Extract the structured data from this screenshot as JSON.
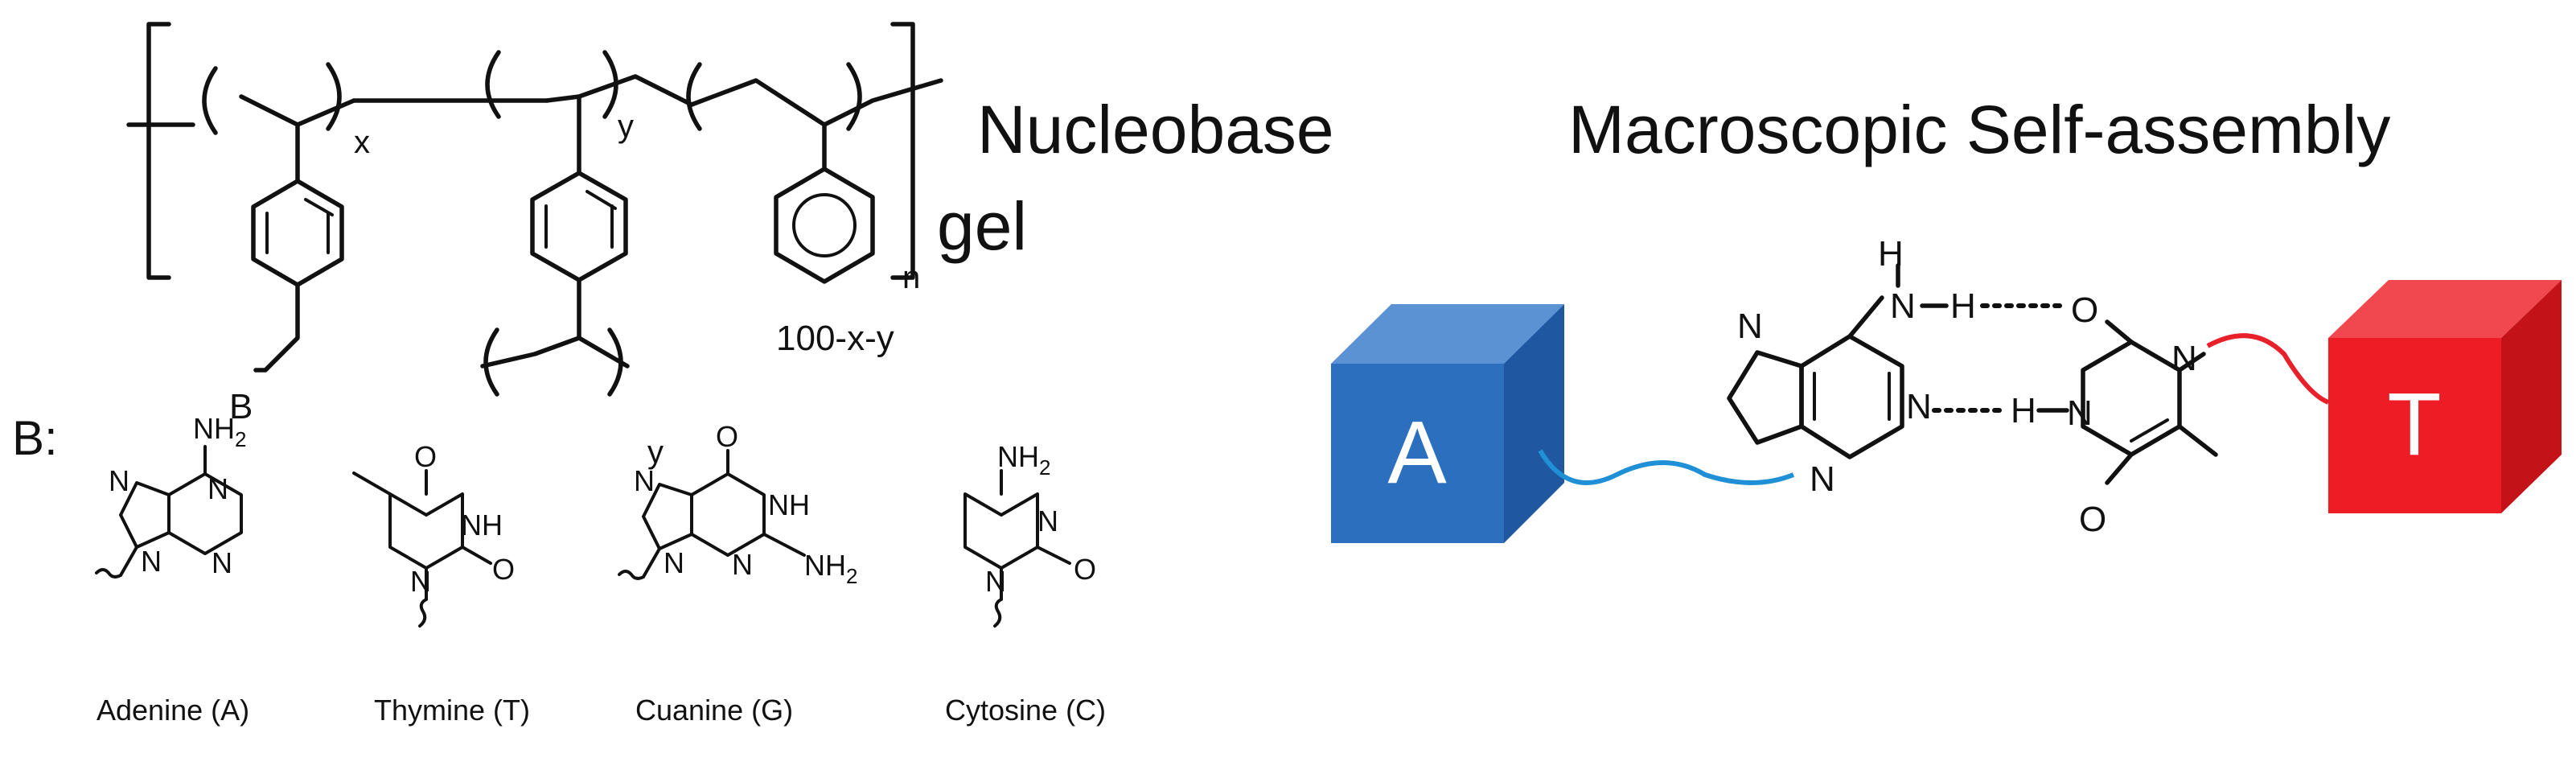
{
  "polymer": {
    "title_line1": "Nucleobase",
    "title_line2": "gel",
    "subscript_x": "x",
    "subscript_y_top": "y",
    "subscript_y_bottom": "y",
    "subscript_n": "n",
    "fraction_label": "100-x-y",
    "pendant_group": "B"
  },
  "section_b": {
    "label": "B:"
  },
  "nucleobases": [
    {
      "name": "Adenine (A)",
      "amine": "NH2"
    },
    {
      "name": "Thymine (T)"
    },
    {
      "name": "Cuanine (G)",
      "amine": "NH2"
    },
    {
      "name": "Cytosine (C)",
      "amine": "NH2"
    }
  ],
  "atom_labels": {
    "N": "N",
    "O": "O",
    "H": "H",
    "NH": "NH",
    "NH2_main": "NH",
    "NH2_sub": "2"
  },
  "self_assembly": {
    "title": "Macroscopic Self-assembly",
    "cube_a": {
      "label": "A",
      "color": "#2c6fbf",
      "top_color": "#5b92d3",
      "side_color": "#1f58a0"
    },
    "cube_t": {
      "label": "T",
      "color": "#ee1c25",
      "top_color": "#f0484e",
      "side_color": "#c41219"
    },
    "linker_a_color": "#1f8fd6",
    "linker_t_color": "#e8202a"
  }
}
